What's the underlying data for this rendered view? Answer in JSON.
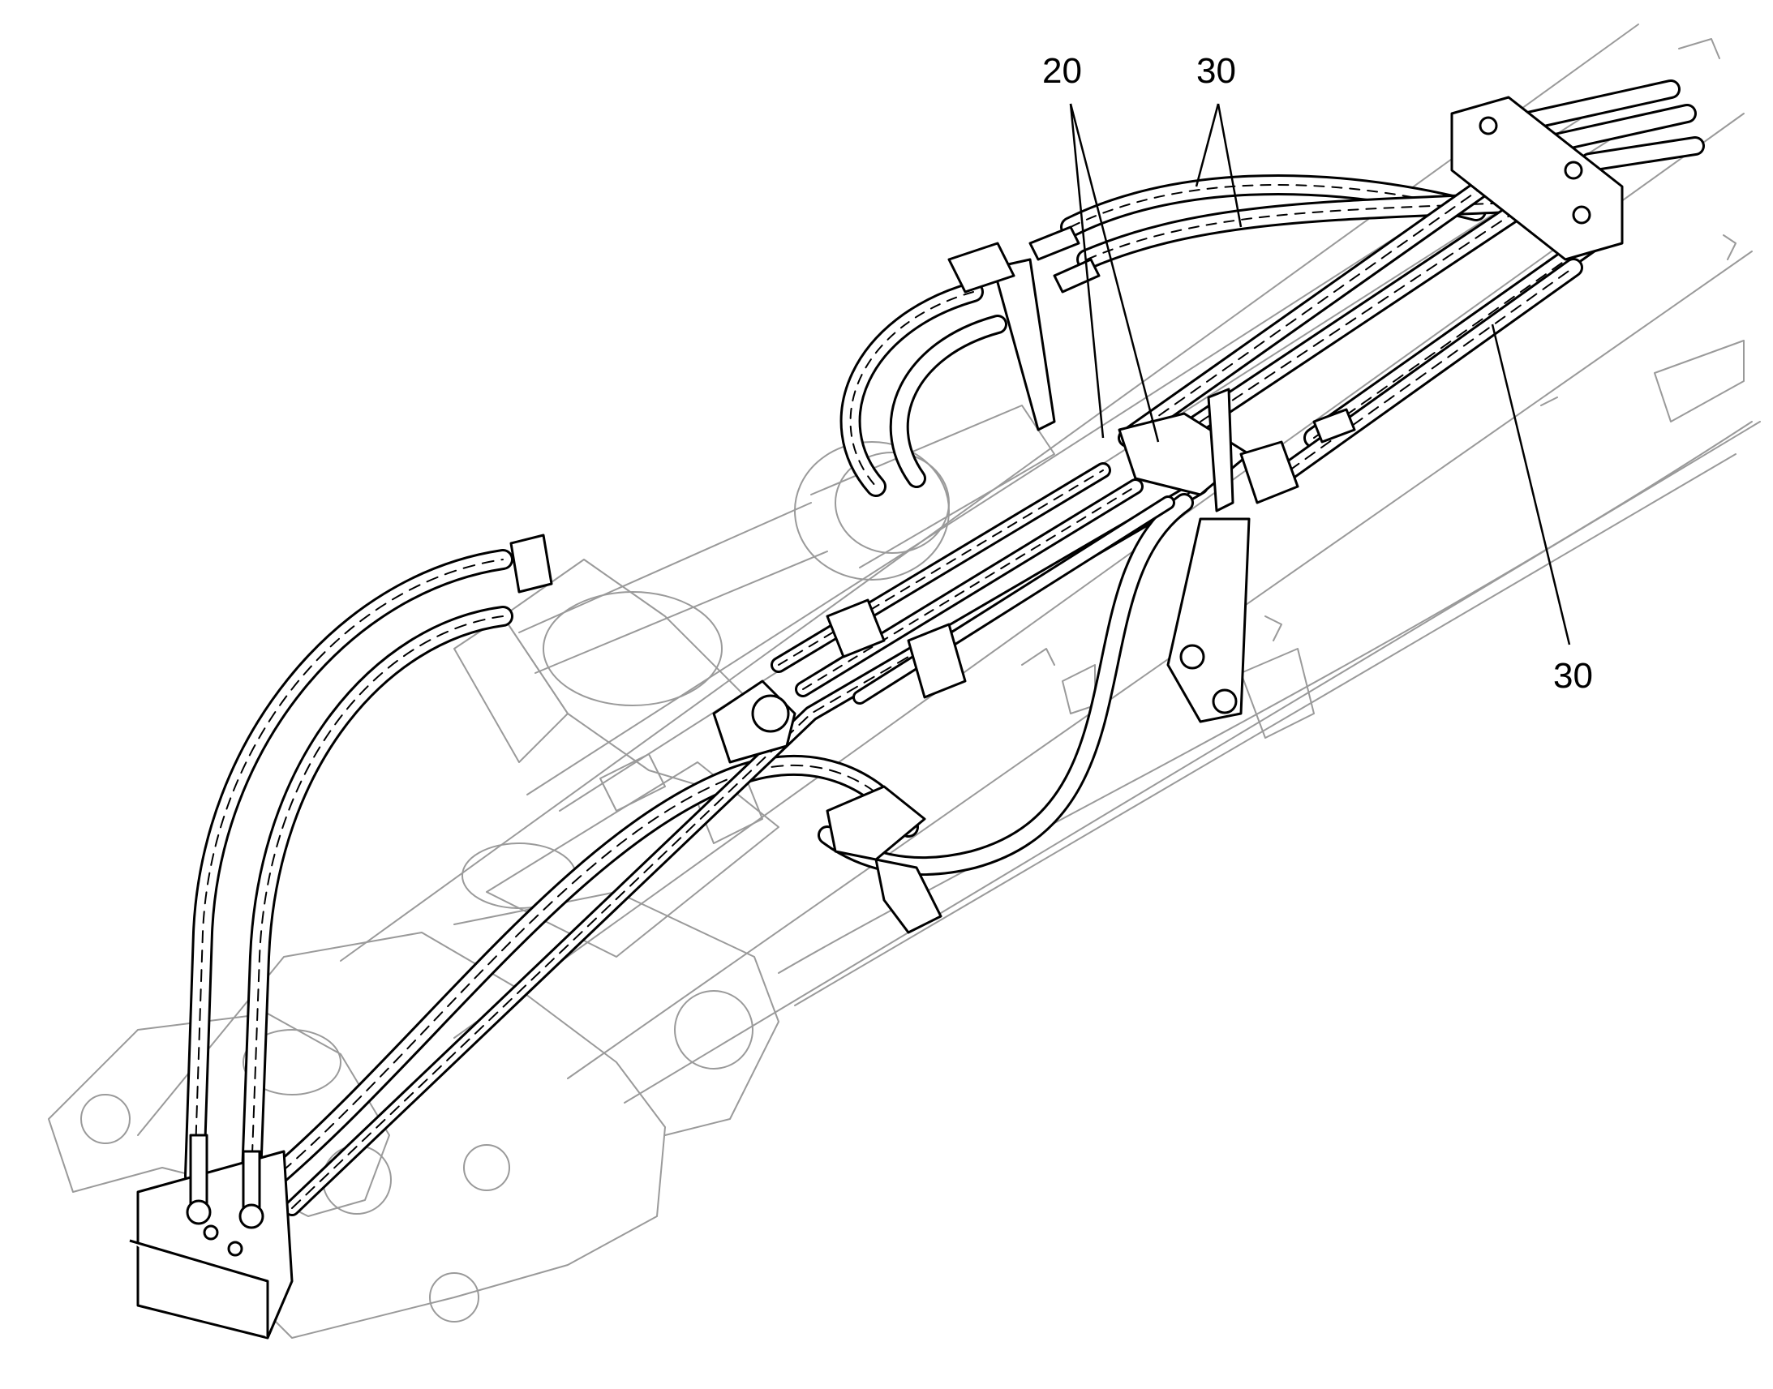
{
  "callouts": {
    "c20": "20",
    "c30_top": "30",
    "c30_right": "30"
  },
  "colors": {
    "ink": "#000000",
    "ghost": "#9a9a9a",
    "background": "#ffffff"
  }
}
